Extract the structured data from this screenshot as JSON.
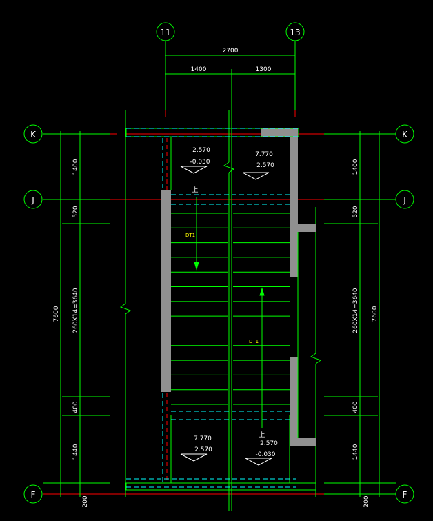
{
  "axes": {
    "top": [
      "11",
      "13"
    ],
    "left": [
      "K",
      "J",
      "F"
    ],
    "right": [
      "K",
      "J",
      "F"
    ]
  },
  "dimensions": {
    "top_total": "2700",
    "top_left": "1400",
    "top_right": "1300",
    "left_total": "7600",
    "left_segments": [
      "1400",
      "520",
      "260X14=3640",
      "400",
      "1440",
      "200"
    ],
    "right_total": "7600",
    "right_segments": [
      "1400",
      "520",
      "260X14=3640",
      "400",
      "1440",
      "200"
    ]
  },
  "levels": {
    "top_left_upper": "2.570",
    "top_left_lower": "-0.030",
    "top_right_upper": "7.770",
    "top_right_lower": "2.570",
    "bottom_left_upper": "7.770",
    "bottom_left_lower": "2.570",
    "bottom_right_upper": "2.570",
    "bottom_right_lower": "-0.030"
  },
  "labels": {
    "up_top": "上",
    "up_bottom": "上",
    "flight_left": "DT1",
    "flight_right": "DT1"
  },
  "colors": {
    "background": "#000000",
    "dimension_line": "#00ff00",
    "axis_line": "#ff0000",
    "dashed": "#00ffff",
    "wall_fill": "#909090",
    "text": "#ffffff",
    "tag": "#ffff00"
  }
}
